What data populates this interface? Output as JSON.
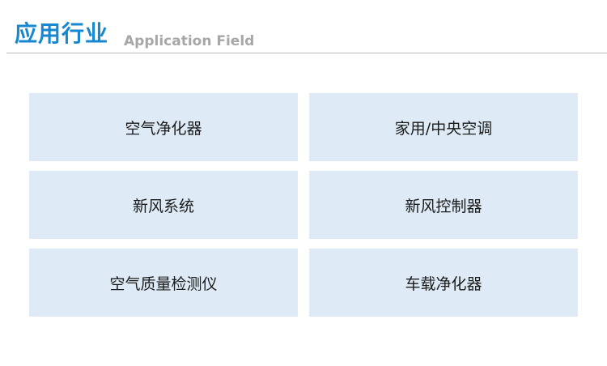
{
  "header": {
    "title_zh": "应用行业",
    "title_en": "Application Field"
  },
  "fields": [
    "空气净化器",
    "家用/中央空调",
    "新风系统",
    "新风控制器",
    "空气质量检测仪",
    "车载净化器"
  ],
  "colors": {
    "title": "#1787cf",
    "subtitle": "#a7a7a7",
    "card_background": "#deebf6",
    "divider": "#b9b9b9"
  }
}
